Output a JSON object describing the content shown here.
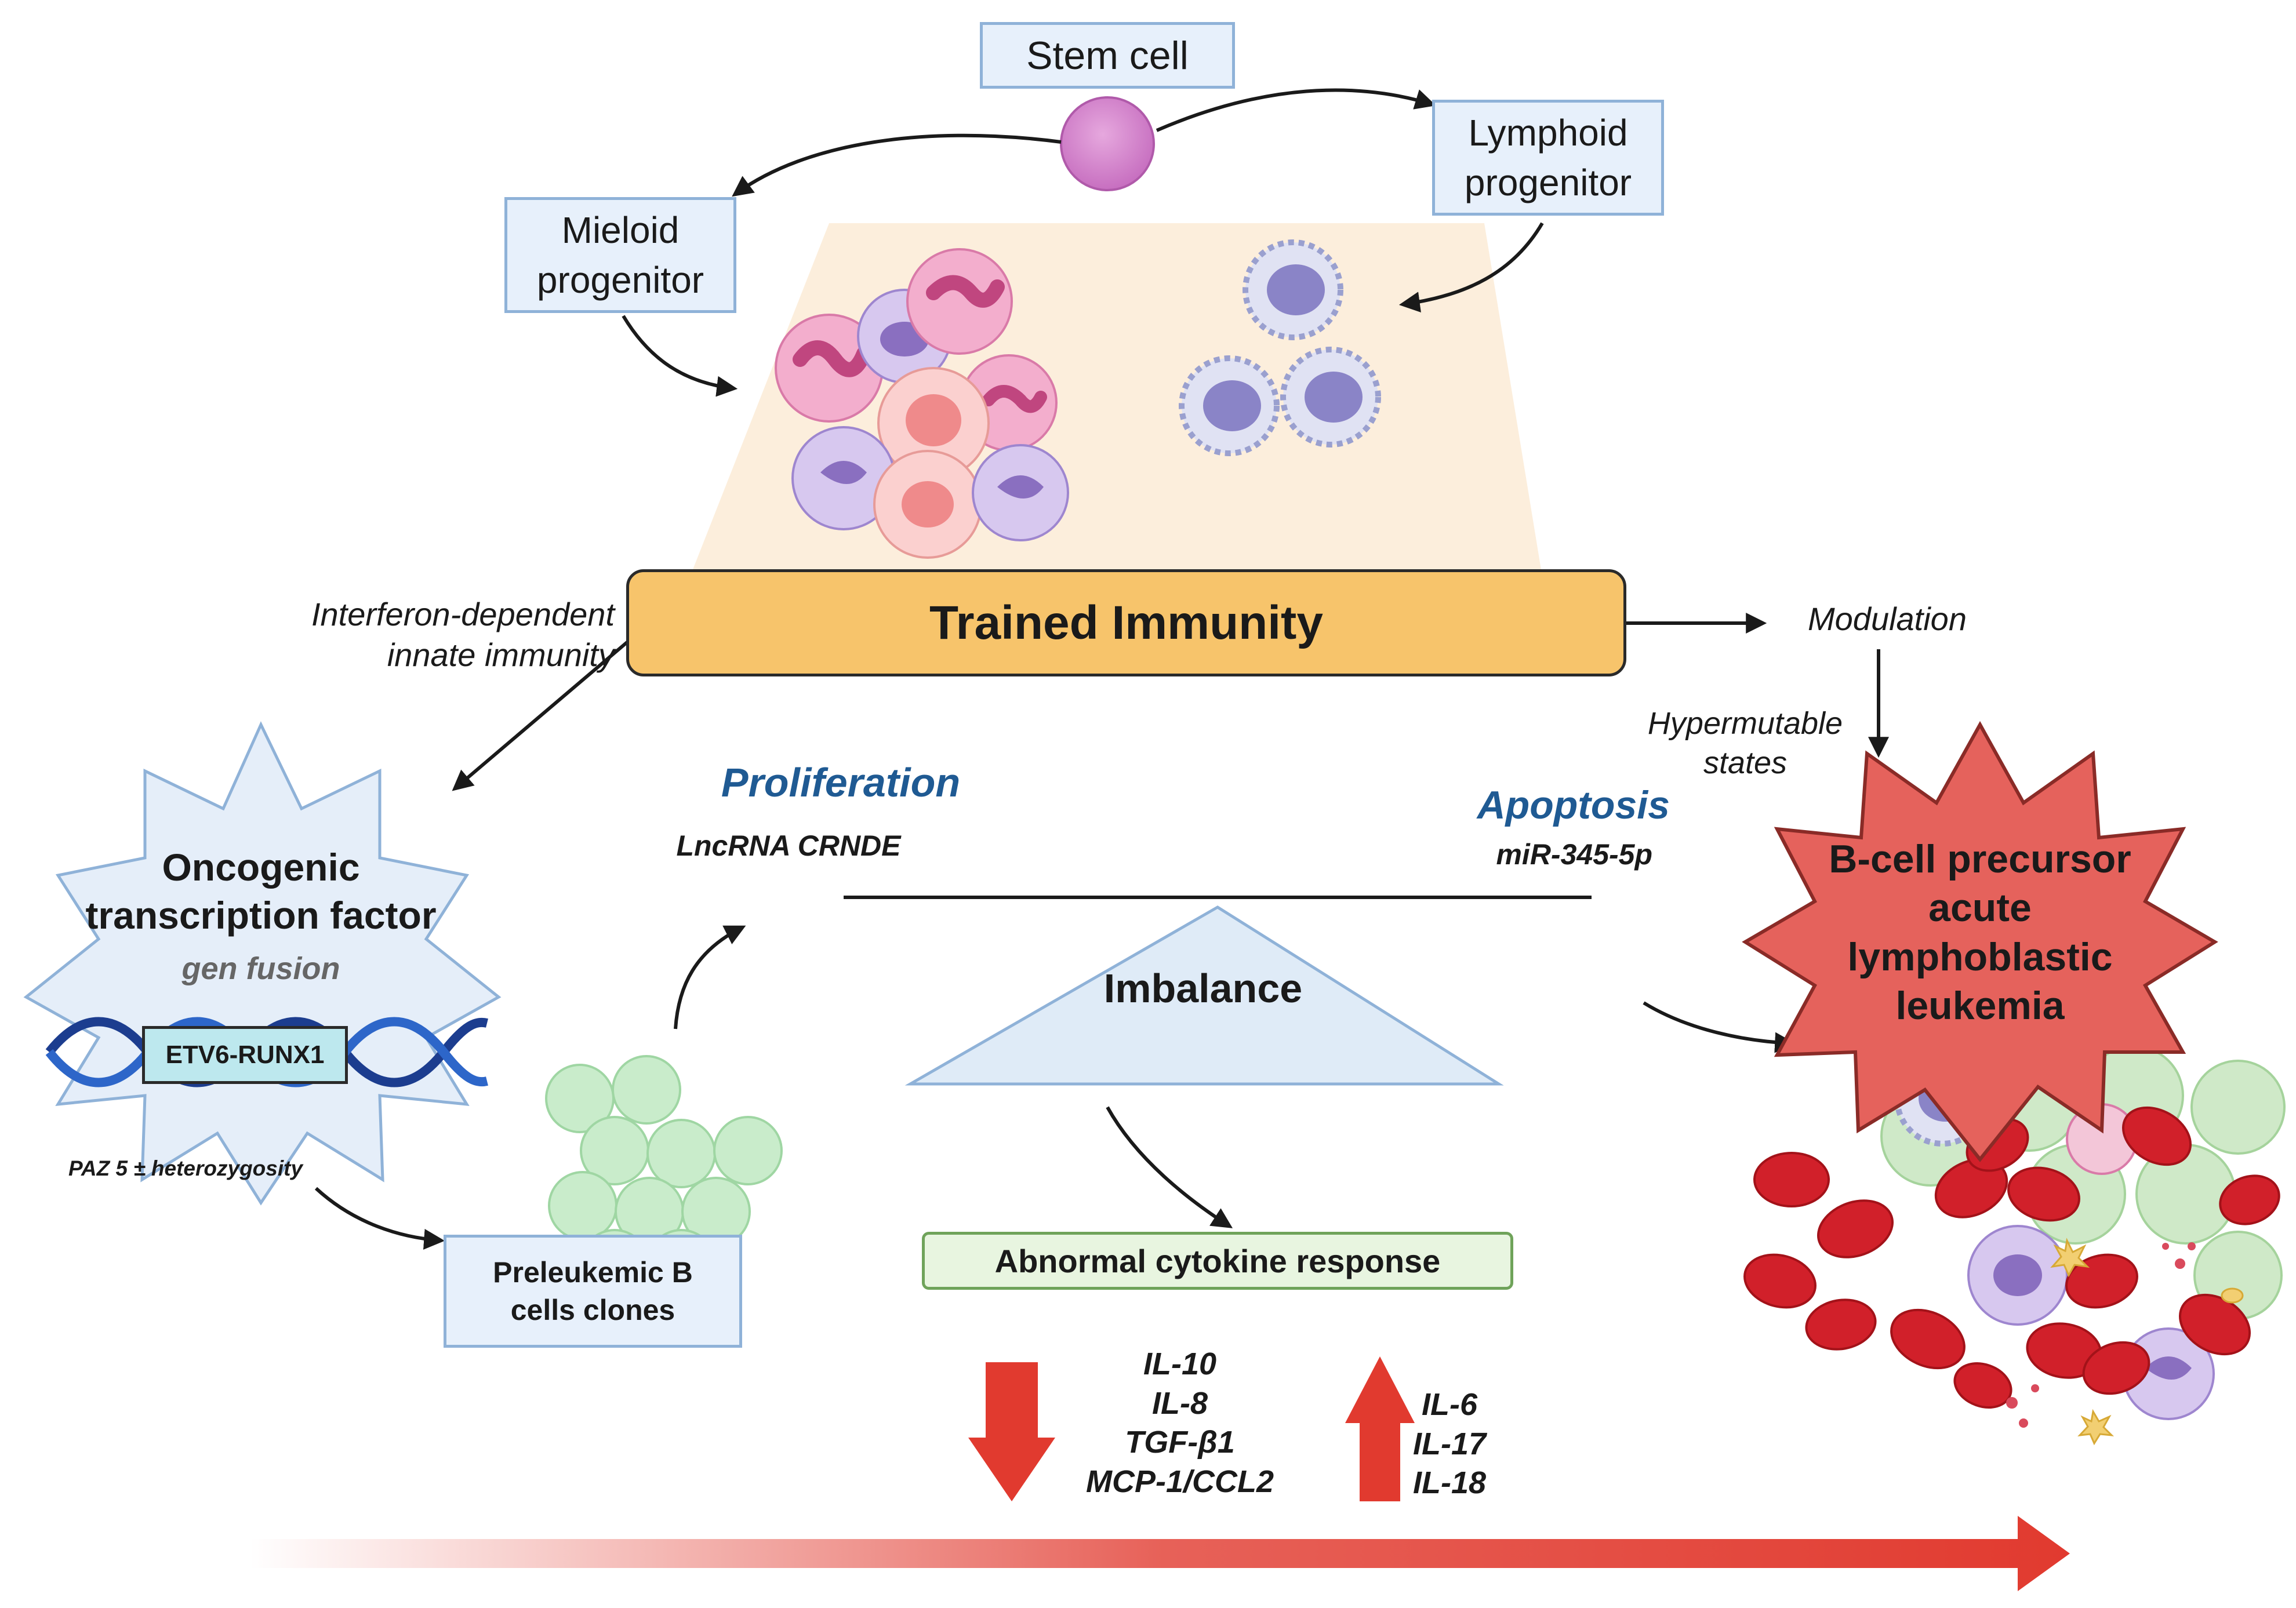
{
  "labels": {
    "stem_cell": "Stem cell",
    "lymphoid_progenitor": "Lymphoid\nprogenitor",
    "myeloid_progenitor": "Mieloid\nprogenitor",
    "trained_immunity": "Trained Immunity",
    "interferon": "Interferon-dependent\ninnate immunity",
    "modulation": "Modulation",
    "hypermutable": "Hypermutable\nstates",
    "oncogenic_tf": "Oncogenic\ntranscription factor",
    "gen_fusion": "gen fusion",
    "etv6_runx1": "ETV6-RUNX1",
    "paz5": "PAZ 5 ± heterozygosity",
    "preleukemic": "Preleukemic B\ncells clones",
    "proliferation": "Proliferation",
    "lncrna": "LncRNA CRNDE",
    "apoptosis": "Apoptosis",
    "mir": "miR-345-5p",
    "imbalance": "Imbalance",
    "abnormal_cytokine": "Abnormal cytokine response",
    "down_cytokines": "IL-10\nIL-8\nTGF-β1\nMCP-1/CCL2",
    "up_cytokines": "IL-6\nIL-17\nIL-18",
    "leukemia": "B-cell precursor\nacute\nlymphoblastic\nleukemia"
  },
  "colors": {
    "box_fill": "#e7f0fb",
    "box_border": "#8fb2d8",
    "trained_fill": "#f7c46b",
    "trapezoid_fill": "#fcebd6",
    "green_box_fill": "#e8f5e0",
    "green_box_border": "#6fa35a",
    "leukemia_star": "#e5625c",
    "burst": "#e5eef9",
    "arrow_red": "#e13a2f",
    "accent_blue": "#1f5a93",
    "dna_blue": "#1c3d8f",
    "etv6_fill": "#bde8ee"
  }
}
